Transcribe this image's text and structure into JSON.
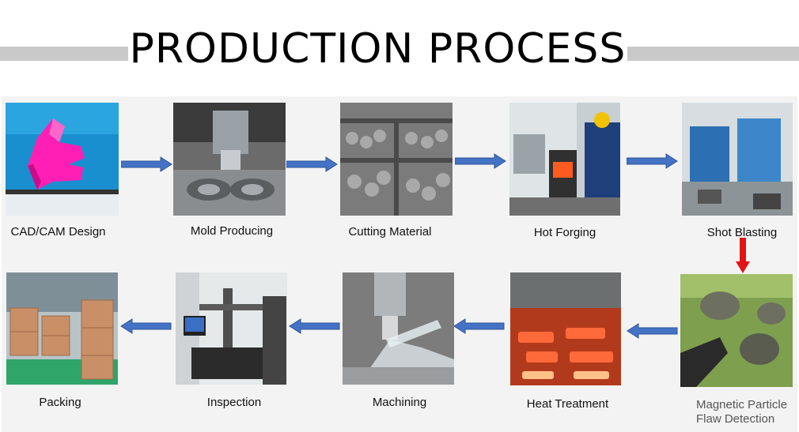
{
  "title": "PRODUCTION PROCESS",
  "steps": [
    {
      "label": "CAD/CAM Design",
      "icon": "cad-model-photo"
    },
    {
      "label": "Mold Producing",
      "icon": "mold-cnc-photo"
    },
    {
      "label": "Cutting Material",
      "icon": "steel-bars-photo"
    },
    {
      "label": "Hot Forging",
      "icon": "forging-press-photo"
    },
    {
      "label": "Shot Blasting",
      "icon": "blasting-machine-photo"
    },
    {
      "label_line1": "Magnetic Particle",
      "label_line2": "Flaw Detection",
      "icon": "flaw-detection-photo"
    },
    {
      "label": "Heat Treatment",
      "icon": "furnace-photo"
    },
    {
      "label": "Machining",
      "icon": "cnc-machining-photo"
    },
    {
      "label": "Inspection",
      "icon": "cmm-inspection-photo"
    },
    {
      "label": "Packing",
      "icon": "wooden-crates-photo"
    }
  ],
  "colors": {
    "flow_arrow": "#4472c4",
    "turn_arrow": "#e31414",
    "header_bar": "#c9c9c9",
    "panel": "#f3f3f3"
  }
}
